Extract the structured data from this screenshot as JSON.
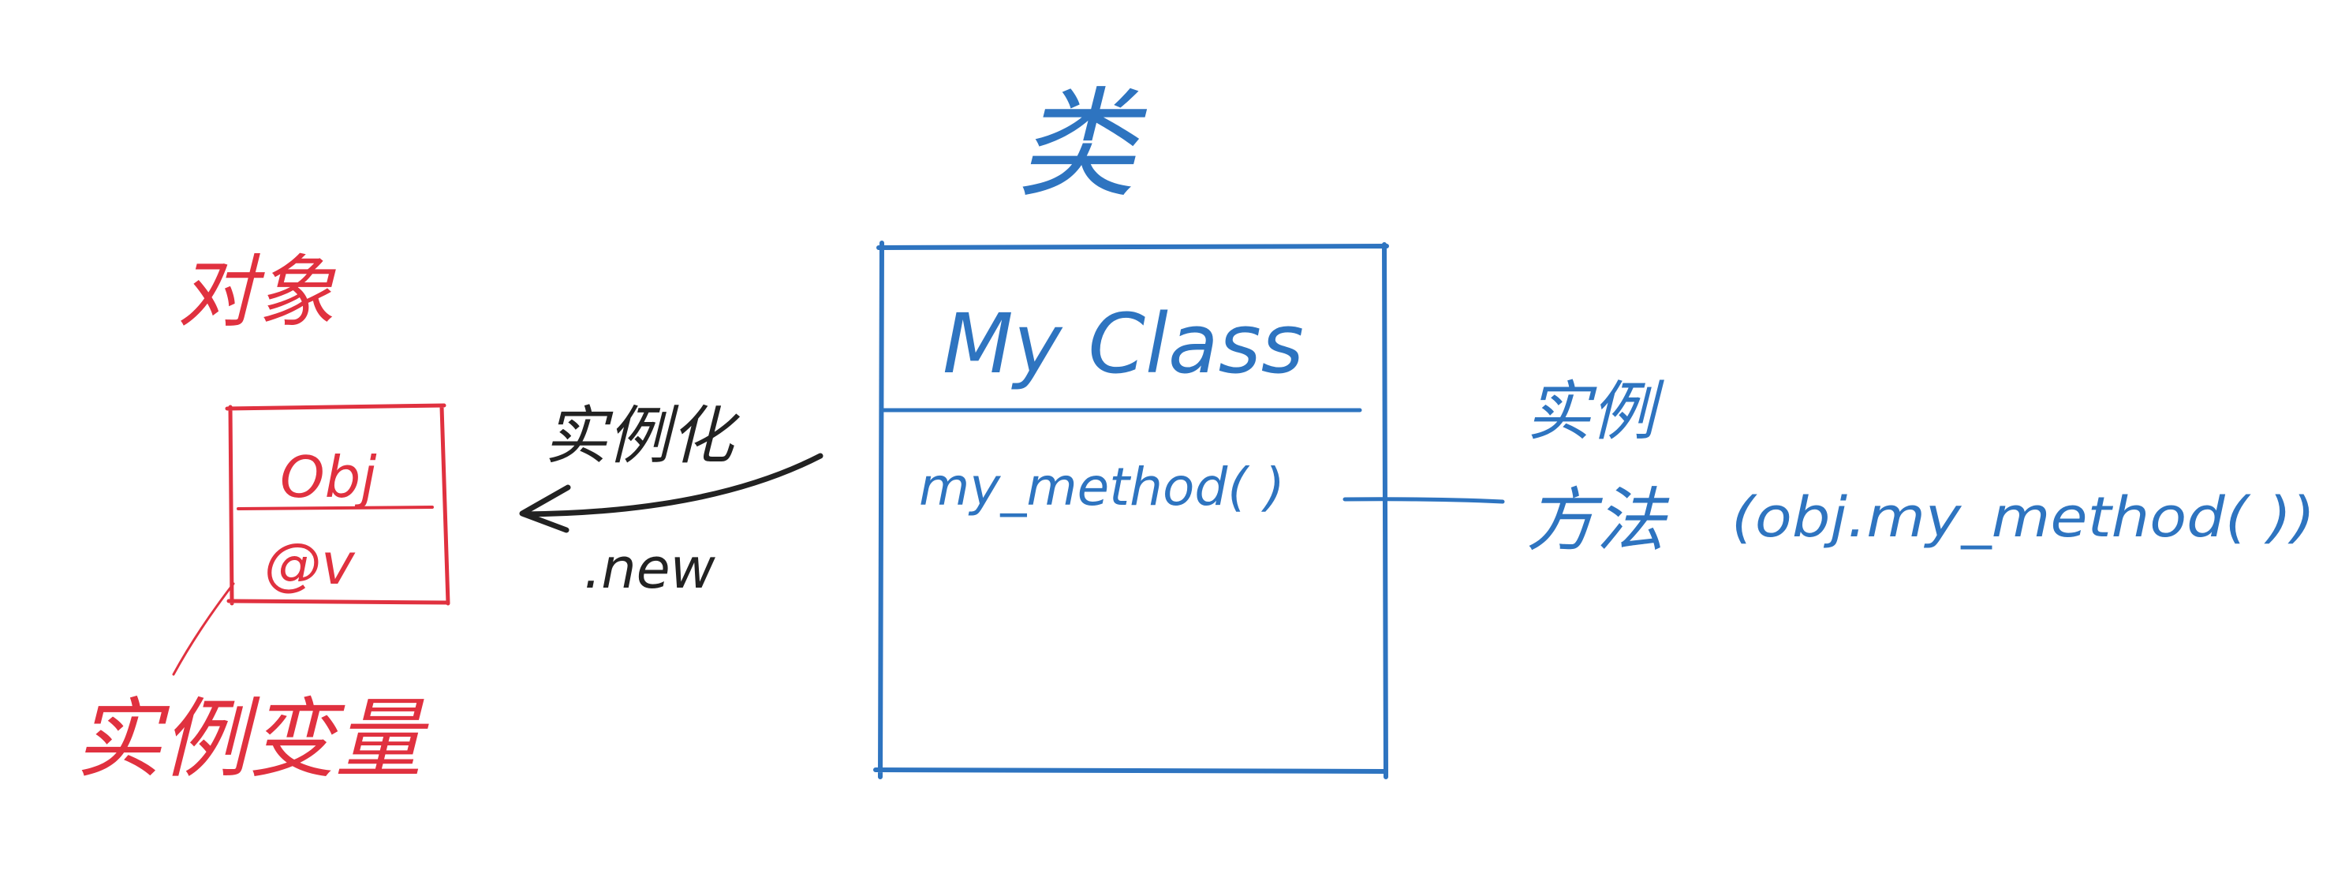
{
  "colors": {
    "class_color": "#2e74c0",
    "object_color": "#e0313f",
    "arrow_color": "#222222",
    "background": "#ffffff"
  },
  "class_box": {
    "heading": "类",
    "name": "My Class",
    "method": "my_method(  )"
  },
  "object_box": {
    "heading": "对象",
    "name": "Obj",
    "instance_var": "@v",
    "instance_var_caption": "实例变量"
  },
  "instantiation": {
    "label": "实例化",
    "call": ".new"
  },
  "instance_method": {
    "label_line1": "实例",
    "label_line2": "方法",
    "example": "(obj.my_method( ))"
  }
}
